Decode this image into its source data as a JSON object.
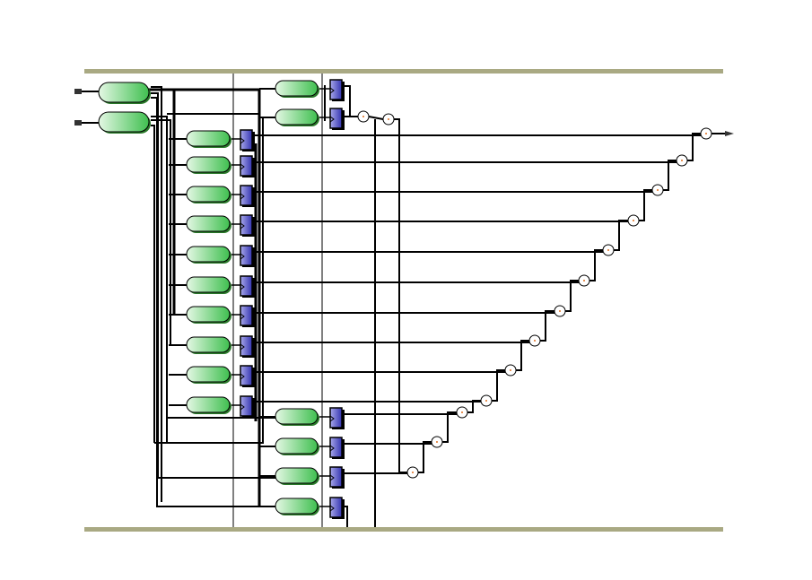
{
  "colors": {
    "frame_bar": "#a9a983",
    "wire": "#000000",
    "block_green_light": "#d8f5d8",
    "block_green_dark": "#3fbf4f",
    "register_blue_light": "#a0a0e6",
    "register_blue_dark": "#3c3cb4",
    "adder_fill": "#ffffff"
  },
  "diagram": {
    "inputs": 2,
    "input_blocks": 2,
    "tap_stages_middle": 10,
    "tap_stages_right": 6,
    "adders": 15,
    "outputs": 1
  }
}
